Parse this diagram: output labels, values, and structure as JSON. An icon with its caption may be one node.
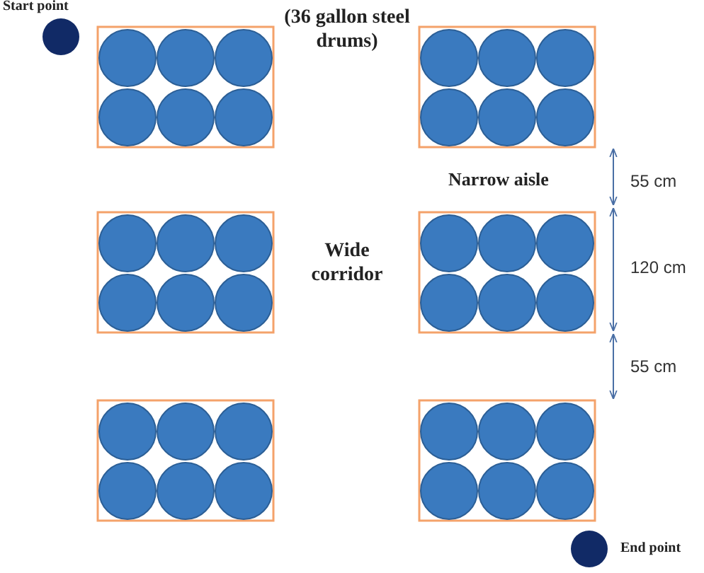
{
  "diagram": {
    "nodes": [
      {
        "text": [],
        "shape": "circle",
        "beside": [
          "Start point"
        ]
      },
      {
        "text": [],
        "shape": "circle",
        "beside": [
          "End point"
        ]
      }
    ],
    "labels": [
      "(36 gallon steel drums)",
      "Narrow aisle",
      "Wide corridor",
      "55 cm",
      "120 cm",
      "55 cm"
    ]
  }
}
